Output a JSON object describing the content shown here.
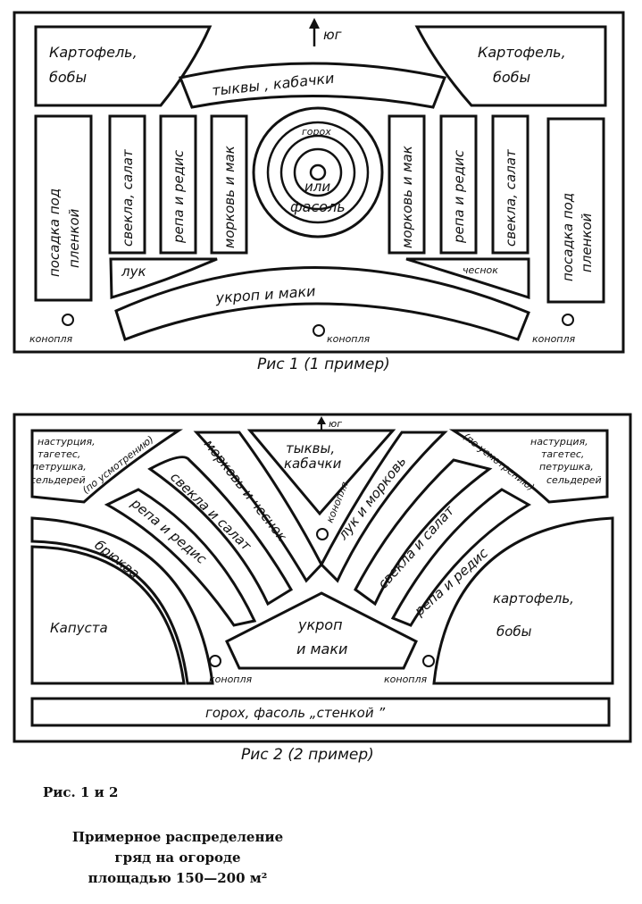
{
  "fig1": {
    "south": "юг",
    "potato_left": [
      "Картофель,",
      "бобы"
    ],
    "potato_right": [
      "Картофель,",
      "бобы"
    ],
    "pumpkins": "тыквы , кабачки",
    "film_left": [
      "посадка под",
      "пленкой"
    ],
    "film_right": [
      "посадка под",
      "пленкой"
    ],
    "beet_salad": "свекла, салат",
    "turnip_radish": "репа и редис",
    "carrot_poppy": "морковь и мак",
    "peas": "горох",
    "or": "или",
    "beans": "фасоль",
    "onion": "лук",
    "garlic": "чеснок",
    "dill_poppy": "укроп и маки",
    "hemp": "конопля",
    "caption": "Рис 1   (1 пример)"
  },
  "fig2": {
    "south": "юг",
    "nasturtium_left": [
      "настурция,",
      "тагетес,",
      "петрушка,",
      "сельдерей"
    ],
    "nasturtium_right": [
      "настурция,",
      "тагетес,",
      "петрушка,",
      "сельдерей"
    ],
    "at_discretion": "(по усмотрению)",
    "pumpkins": [
      "тыквы,",
      "кабачки"
    ],
    "carrot_garlic": "морковь и чеснок",
    "beet_salad_left": "свекла и салат",
    "turnip_radish_left": "репа и редис",
    "swede": "брюква",
    "cabbage": "Капуста",
    "onion_carrot": "лук и морковь",
    "beet_salad_right": "свекла и салат",
    "turnip_radish_right": "репа и редис",
    "potato": [
      "картофель,",
      "бобы"
    ],
    "dill_poppy": [
      "укроп",
      "и маки"
    ],
    "hemp": "конопля",
    "peas_beans_wall": "горох, фасоль „стенкой ”",
    "caption": "Рис 2   (2 пример)"
  },
  "caption_title": "Рис. 1 и 2",
  "caption_lines": [
    "Примерное распределение",
    "гряд на огороде",
    "площадью 150—200 м²"
  ]
}
